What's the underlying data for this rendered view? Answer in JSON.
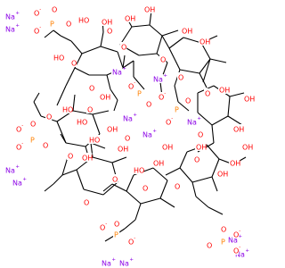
{
  "structure": {
    "element_colors": {
      "Na": "#8a00e6",
      "O": "#ff0000",
      "P": "#ff8000",
      "bond": "#000000"
    },
    "atom_labels": {
      "sodium": "Na",
      "sodium_charge": "+",
      "oxygen": "O",
      "hydroxyl": "OH",
      "hydroxyl_left": "HO",
      "phosphorus": "P",
      "oxide_charge": "-"
    }
  }
}
